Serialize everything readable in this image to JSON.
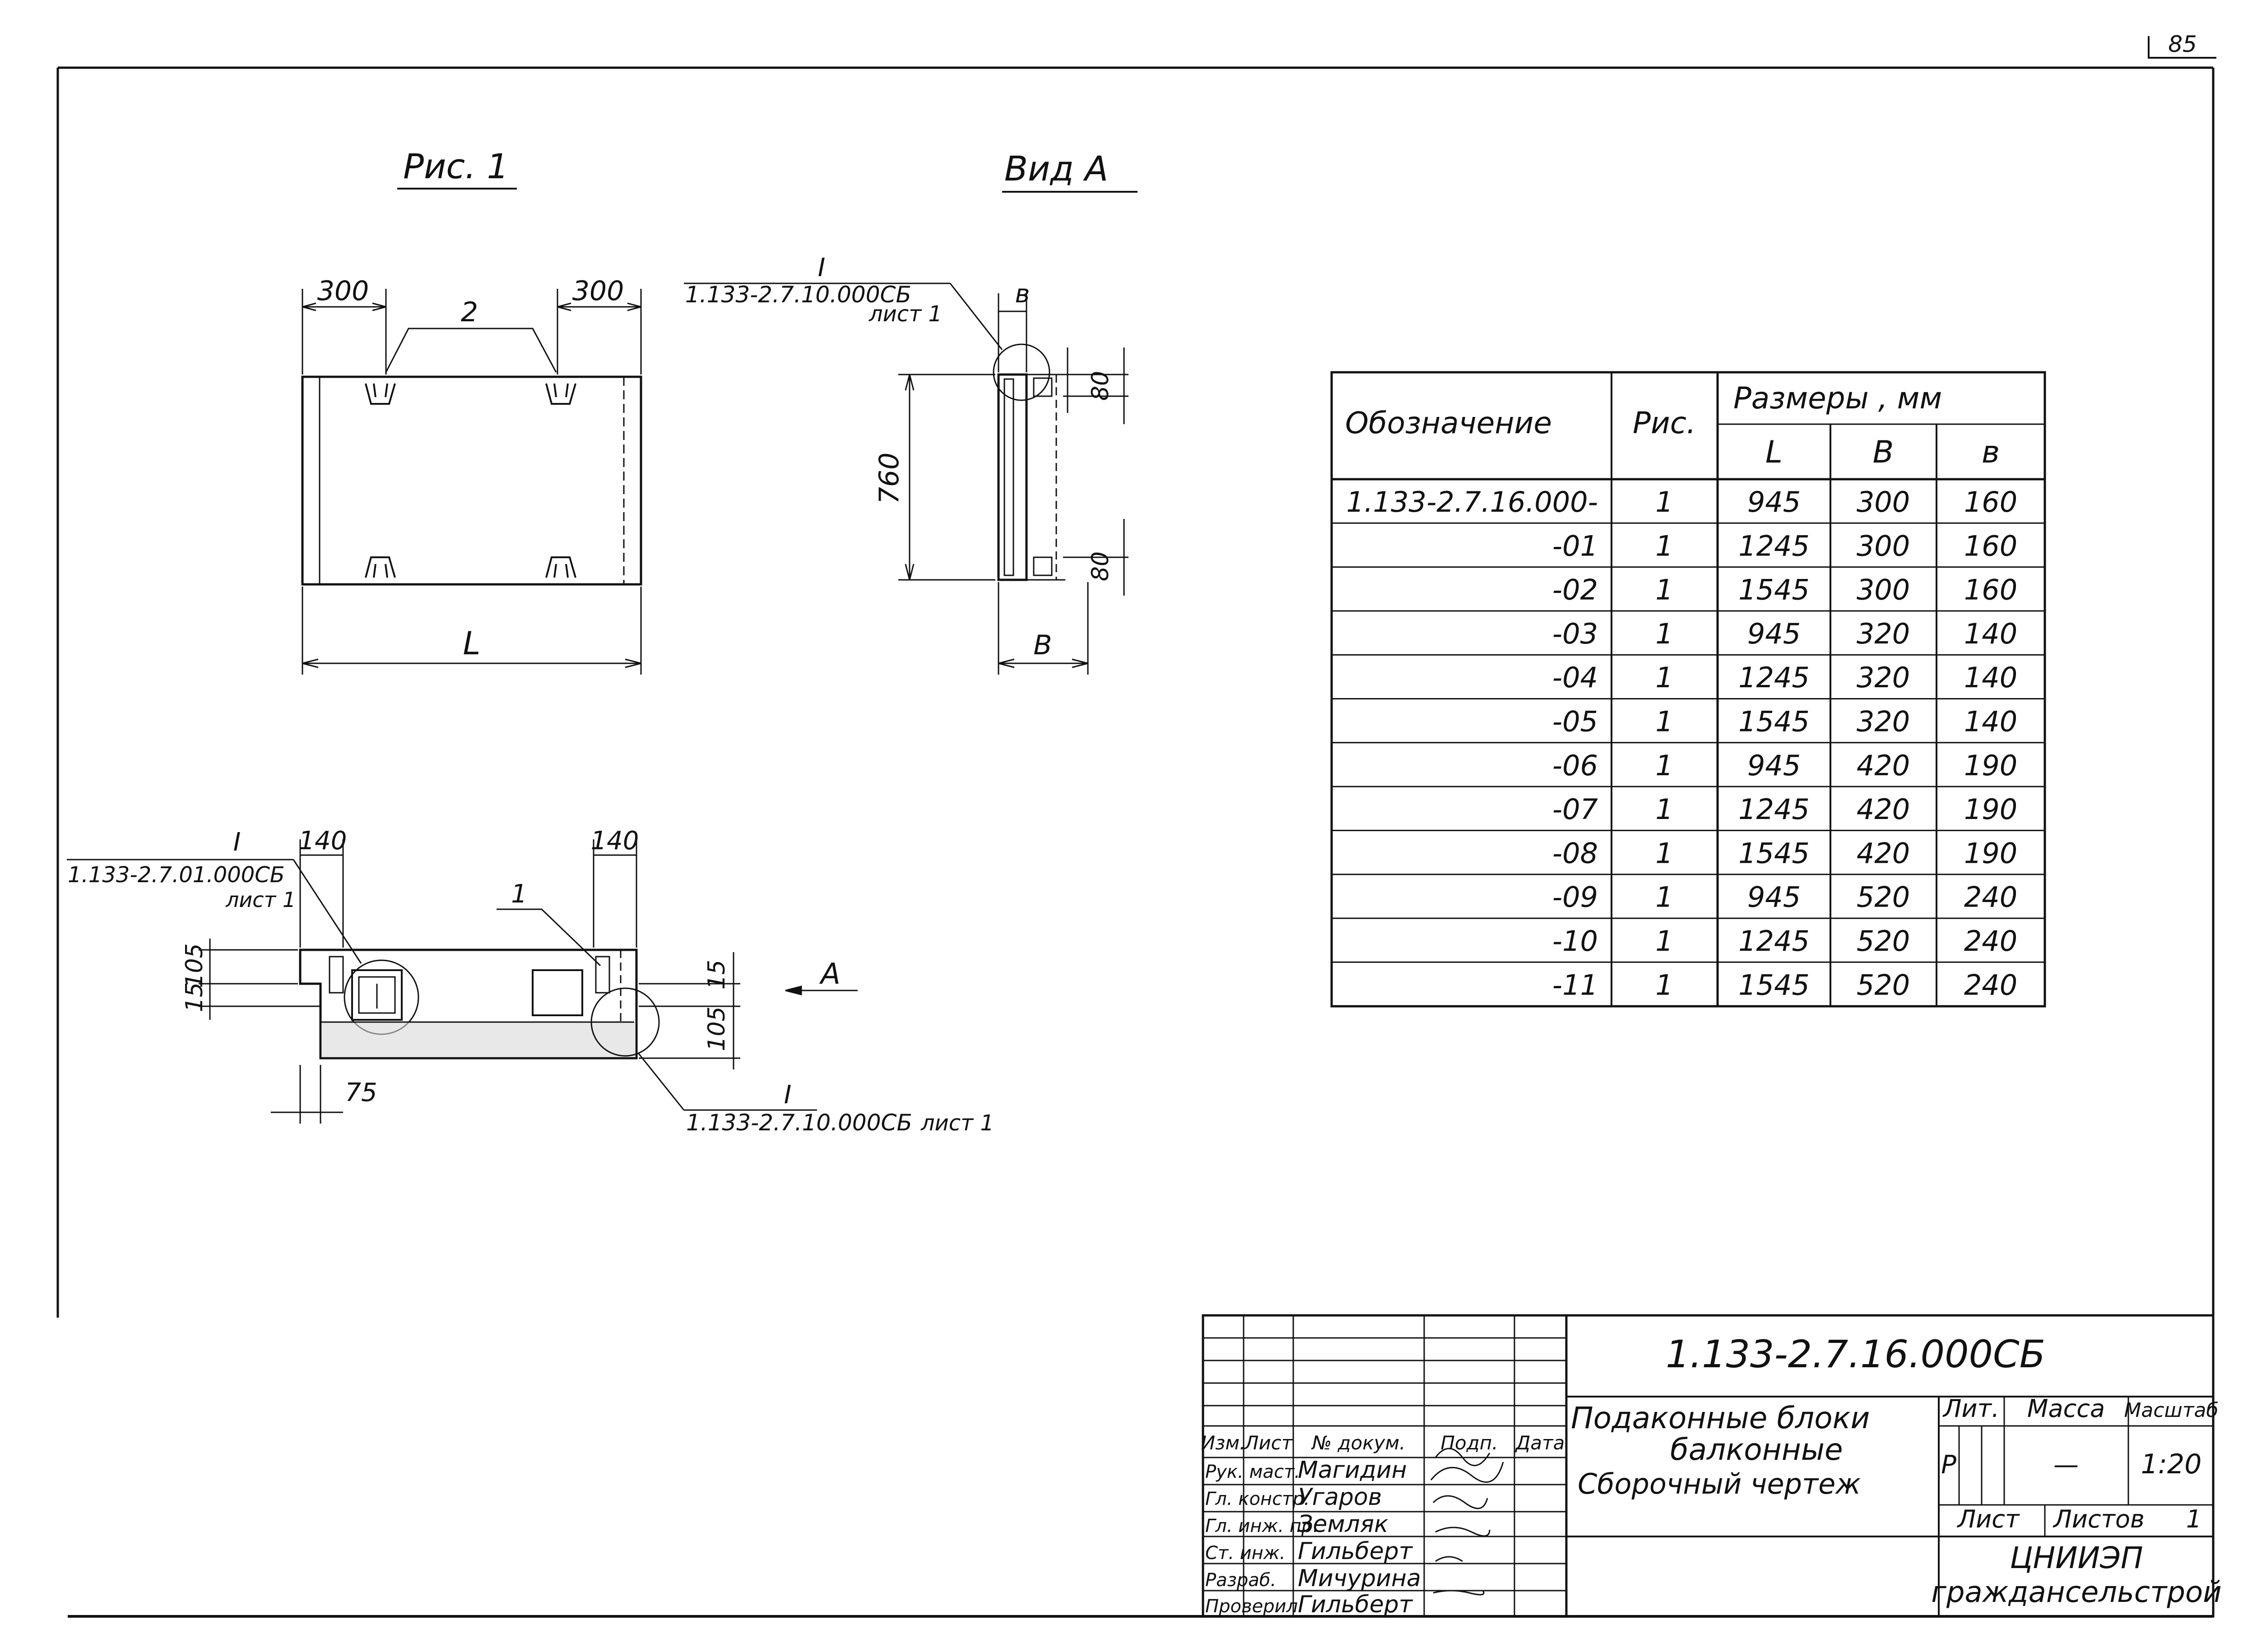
{
  "page_number": "85",
  "fig1": {
    "title": "Рис. 1",
    "dim_300_left": "300",
    "dim_300_right": "300",
    "callout_2": "2",
    "dim_L": "L"
  },
  "view_a": {
    "title": "Вид А",
    "ref_mark": "I",
    "ref_code": "1.133-2.7.10.000СБ",
    "ref_sheet": "лист 1",
    "dim_b": "в",
    "dim_760": "760",
    "dim_80_top": "80",
    "dim_80_bottom": "80",
    "dim_B": "В"
  },
  "section": {
    "ref_mark_left": "I",
    "ref_code_left": "1.133-2.7.01.000СБ",
    "ref_sheet_left": "лист 1",
    "dim_140_left": "140",
    "dim_140_right": "140",
    "callout_1": "1",
    "dim_105_left": "105",
    "dim_15_left": "15",
    "dim_15_right": "15",
    "dim_105_right": "105",
    "view_arrow": "А",
    "dim_75": "75",
    "ref_mark_bottom": "I",
    "ref_code_bottom": "1.133-2.7.10.000СБ",
    "ref_sheet_bottom": "лист 1"
  },
  "table": {
    "headers": {
      "designation": "Обозначение",
      "fig": "Рис.",
      "sizes": "Размеры ,  мм",
      "L": "L",
      "B": "В",
      "b": "в"
    },
    "rows": [
      {
        "designation": "1.133-2.7.16.000-",
        "fig": "1",
        "L": "945",
        "B": "300",
        "b": "160"
      },
      {
        "designation": "-01",
        "fig": "1",
        "L": "1245",
        "B": "300",
        "b": "160"
      },
      {
        "designation": "-02",
        "fig": "1",
        "L": "1545",
        "B": "300",
        "b": "160"
      },
      {
        "designation": "-03",
        "fig": "1",
        "L": "945",
        "B": "320",
        "b": "140"
      },
      {
        "designation": "-04",
        "fig": "1",
        "L": "1245",
        "B": "320",
        "b": "140"
      },
      {
        "designation": "-05",
        "fig": "1",
        "L": "1545",
        "B": "320",
        "b": "140"
      },
      {
        "designation": "-06",
        "fig": "1",
        "L": "945",
        "B": "420",
        "b": "190"
      },
      {
        "designation": "-07",
        "fig": "1",
        "L": "1245",
        "B": "420",
        "b": "190"
      },
      {
        "designation": "-08",
        "fig": "1",
        "L": "1545",
        "B": "420",
        "b": "190"
      },
      {
        "designation": "-09",
        "fig": "1",
        "L": "945",
        "B": "520",
        "b": "240"
      },
      {
        "designation": "-10",
        "fig": "1",
        "L": "1245",
        "B": "520",
        "b": "240"
      },
      {
        "designation": "-11",
        "fig": "1",
        "L": "1545",
        "B": "520",
        "b": "240"
      }
    ]
  },
  "title_block": {
    "doc_code": "1.133-2.7.16.000СБ",
    "title_line1": "Подаконные блоки",
    "title_line2": "балконные",
    "title_line3": "Сборочный чертеж",
    "col_headers": [
      "Изм.",
      "Лист",
      "№ докум.",
      "Подп.",
      "Дата"
    ],
    "staff": [
      {
        "role": "Рук. маст.",
        "name": "Магидин"
      },
      {
        "role": "Гл. констр.",
        "name": "Угаров"
      },
      {
        "role": "Гл. инж. пр.",
        "name": "Земляк"
      },
      {
        "role": "Ст. инж.",
        "name": "Гильберт"
      },
      {
        "role": "Разраб.",
        "name": "Мичурина"
      },
      {
        "role": "Проверил",
        "name": "Гильберт"
      }
    ],
    "lit_label": "Лит.",
    "mass_label": "Масса",
    "scale_label": "Масштаб",
    "lit_value": "Р",
    "mass_value": "—",
    "scale_value": "1:20",
    "sheet_label": "Лист",
    "sheets_label": "Листов",
    "sheets_value": "1",
    "org_line1": "ЦНИИЭП",
    "org_line2": "граждансельстрой"
  }
}
